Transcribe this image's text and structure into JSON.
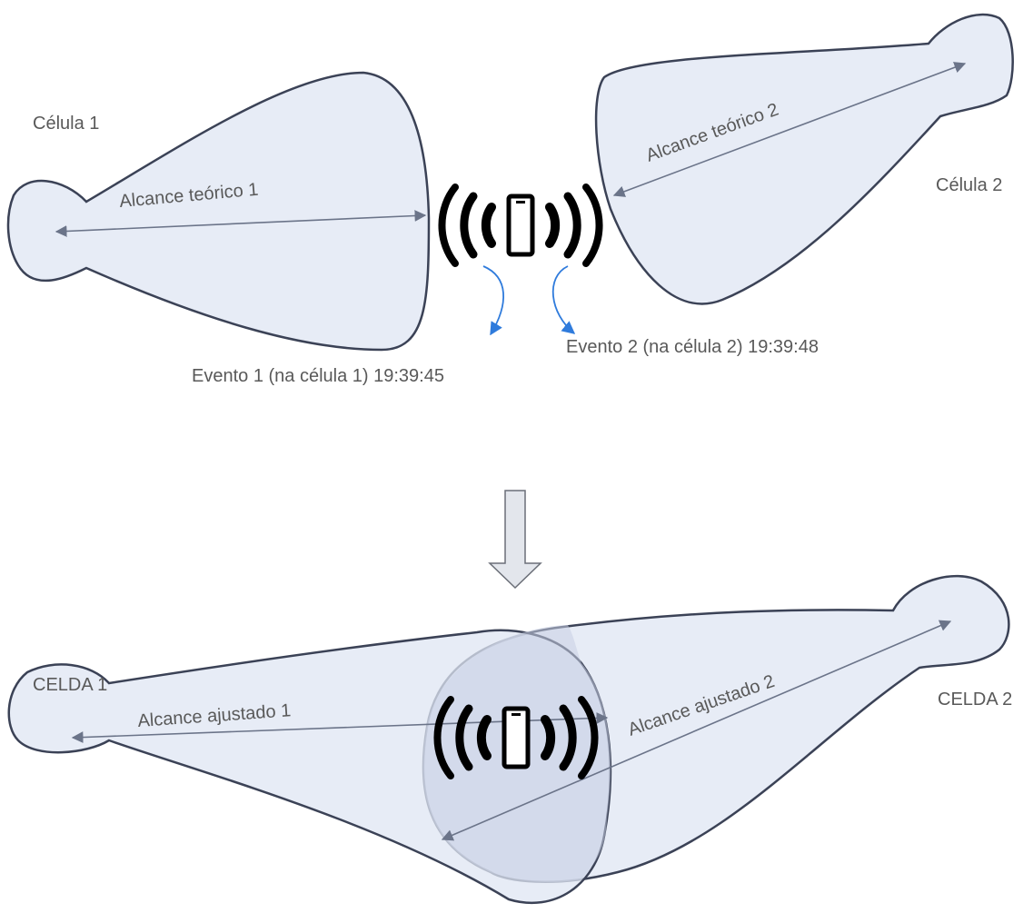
{
  "top": {
    "cell1_label": "Célula 1",
    "cell2_label": "Célula 2",
    "range1_label": "Alcance teórico 1",
    "range2_label": "Alcance teórico 2",
    "event1_label": "Evento 1 (na célula 1) 19:39:45",
    "event2_label": "Evento 2 (na célula 2) 19:39:48"
  },
  "bottom": {
    "cell1_label": "CELDA 1",
    "cell2_label": "CELDA 2",
    "range1_label": "Alcance ajustado 1",
    "range2_label": "Alcance ajustado 2"
  },
  "colors": {
    "cell_fill": "#dfe5f3",
    "cell_stroke": "#3b4256",
    "arrow": "#6b7489",
    "event_arrow": "#2f7bdc",
    "text": "#595959"
  },
  "icons": [
    "mobile-signal-icon",
    "down-arrow-icon"
  ]
}
